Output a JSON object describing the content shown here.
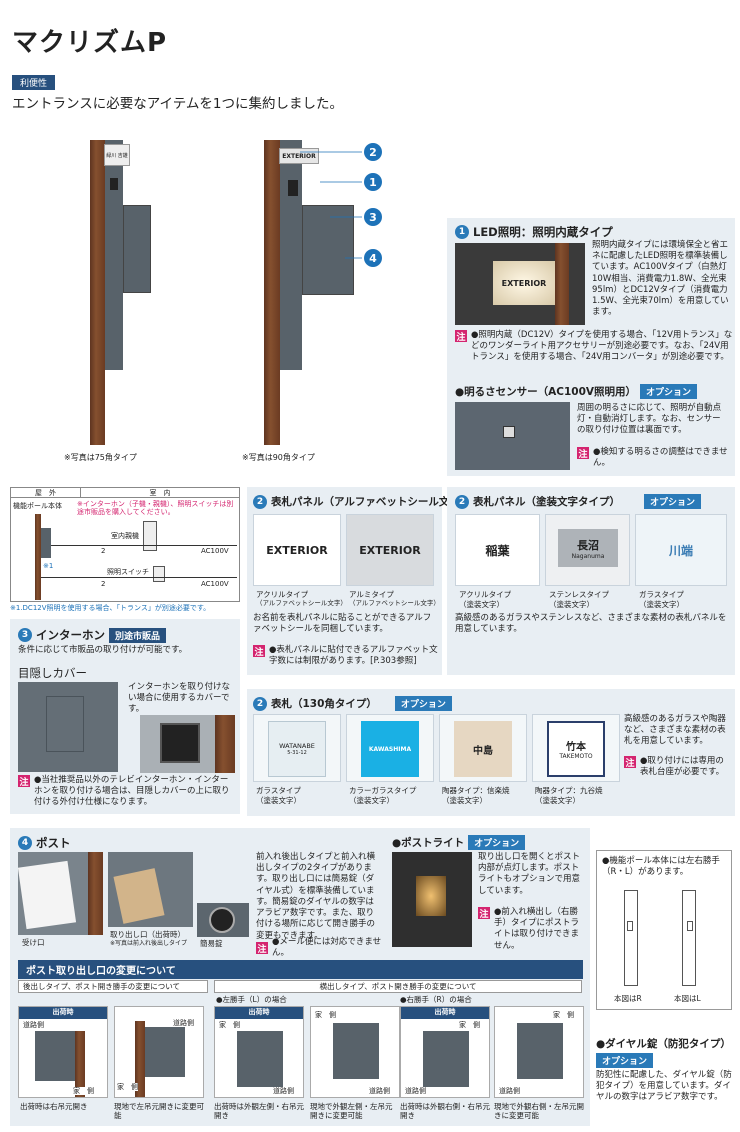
{
  "header": {
    "title": "マクリズムP",
    "tag": "利便性",
    "subtitle": "エントランスに必要なアイテムを1つに集約しました。"
  },
  "hero": {
    "photo1_caption": "※写真は75角タイプ",
    "photo2_caption": "※写真は90角タイプ",
    "sign1": "緑川 吉雄",
    "sign2": "EXTERIOR",
    "callouts": [
      "2",
      "1",
      "3",
      "4"
    ]
  },
  "led": {
    "num": "1",
    "title": "LED照明：照明内蔵タイプ",
    "sign": "EXTERIOR",
    "desc": "照明内蔵タイプには環境保全と省エネに配慮したLED照明を標準装備しています。AC100Vタイプ（白熱灯10W相当、消費電力1.8W、全光束95lm）とDC12Vタイプ（消費電力1.5W、全光束70lm）を用意しています。",
    "note_mark": "注",
    "note": "●照明内蔵（DC12V）タイプを使用する場合、「12V用トランス」などのワンダーライト用アクセサリーが別途必要です。なお、「24V用トランス」を使用する場合、「24V用コンバータ」が別途必要です。",
    "sensor_title": "●明るさセンサー（AC100V照明用）",
    "sensor_opt": "オプション",
    "sensor_desc": "周囲の明るさに応じて、照明が自動点灯・自動消灯します。なお、センサーの取り付け位置は裏面です。",
    "sensor_note": "●検知する明るさの調整はできません。"
  },
  "wiring": {
    "col_out": "屋　外",
    "col_in": "室　内",
    "pole": "機能ポール本体",
    "note_in": "※インターホン（子機・親機）、照明スイッチは別途市販品を購入してください。",
    "master": "室内親機",
    "switch": "照明スイッチ",
    "ac1": "AC100V",
    "ac2": "AC100V",
    "wire1": "2",
    "wire2": "2",
    "mark": "※1",
    "foot": "※1.DC12V照明を使用する場合、「トランス」が別途必要です。"
  },
  "intercom": {
    "num": "3",
    "title": "インターホン",
    "badge": "別途市販品",
    "desc": "条件に応じて市販品の取り付けが可能です。",
    "cover_title": "目隠しカバー",
    "cover_desc": "インターホンを取り付けない場合に使用するカバーです。",
    "note": "●当社推奨品以外のテレビインターホン・インターホンを取り付ける場合は、目隠しカバーの上に取り付ける外付け仕様になります。"
  },
  "alpha": {
    "num": "2",
    "title": "表札パネル（アルファベットシール文字タイプ）",
    "items": [
      {
        "plate": "EXTERIOR",
        "cap1": "アクリルタイプ",
        "cap2": "（アルファベットシール文字）"
      },
      {
        "plate": "EXTERIOR",
        "cap1": "アルミタイプ",
        "cap2": "（アルファベットシール文字）"
      }
    ],
    "desc": "お名前を表札パネルに貼ることができるアルファベットシールを同梱しています。",
    "note": "●表札パネルに貼付できるアルファベット文字数には制限があります。[P.303参照]"
  },
  "painted": {
    "num": "2",
    "title": "表札パネル（塗装文字タイプ）",
    "opt": "オプション",
    "items": [
      {
        "plate": "稲葉",
        "cap1": "アクリルタイプ",
        "cap2": "（塗装文字）"
      },
      {
        "plate": "長沼",
        "sub": "Naganuma",
        "cap1": "ステンレスタイプ",
        "cap2": "（塗装文字）"
      },
      {
        "plate": "川端",
        "cap1": "ガラスタイプ",
        "cap2": "（塗装文字）"
      }
    ],
    "desc": "高級感のあるガラスやステンレスなど、さまざまな素材の表札パネルを用意しています。"
  },
  "nameplate": {
    "num": "2",
    "title": "表札（130角タイプ）",
    "opt": "オプション",
    "items": [
      {
        "plate": "WATANABE",
        "sub": "5-31-12",
        "cap1": "ガラスタイプ",
        "cap2": "（塗装文字）"
      },
      {
        "plate": "KAWASHIMA",
        "cap1": "カラーガラスタイプ",
        "cap2": "（塗装文字）"
      },
      {
        "plate": "中島",
        "cap1": "陶器タイプ：信楽焼",
        "cap2": "（塗装文字）"
      },
      {
        "plate": "竹本",
        "sub": "TAKEMOTO",
        "cap1": "陶器タイプ：九谷焼",
        "cap2": "（塗装文字）"
      }
    ],
    "desc": "高級感のあるガラスや陶器など、さまざまな素材の表札を用意しています。",
    "note": "●取り付けには専用の表札台座が必要です。"
  },
  "post": {
    "num": "4",
    "title": "ポスト",
    "cap1": "受け口",
    "cap2": "取り出し口（出荷時）",
    "cap3": "※写真は前入れ後出しタイプ",
    "cap4": "簡易錠",
    "desc": "前入れ後出しタイプと前入れ横出しタイプの2タイプがあります。取り出し口には簡易錠（ダイヤル式）を標準装備しています。簡易錠のダイヤルの数字はアラビア数字です。また、取り付ける場所に応じて開き勝手の変更もできます。",
    "note": "●メール便には対応できません。"
  },
  "postlight": {
    "title": "●ポストライト",
    "opt": "オプション",
    "desc": "取り出し口を開くとポスト内部が点灯します。ポストライトもオプションで用意しています。",
    "note": "●前入れ横出し（右勝手）タイプにポストライトは取り付けできません。"
  },
  "hand": {
    "desc": "●機能ポール本体には左右勝手（R・L）があります。",
    "capR": "本図はR",
    "capL": "本図はL"
  },
  "change": {
    "title": "ポスト取り出し口の変更について",
    "sub1": "後出しタイプ、ポスト開き勝手の変更について",
    "sub2": "横出しタイプ、ポスト開き勝手の変更について",
    "left": "●左勝手（L）の場合",
    "right": "●右勝手（R）の場合",
    "ship": "出荷時",
    "road": "道路側",
    "house": "家　側",
    "caps": [
      "出荷時は右吊元開き",
      "現地で左吊元開きに変更可能",
      "出荷時は外観左側・右吊元開き",
      "現地で外観左側・左吊元開きに変更可能",
      "出荷時は外観右側・右吊元開き",
      "現地で外観右側・左吊元開きに変更可能"
    ]
  },
  "dial": {
    "title": "●ダイヤル錠（防犯タイプ）",
    "opt": "オプション",
    "desc": "防犯性に配慮した、ダイヤル錠（防犯タイプ）を用意しています。ダイヤルの数字はアラビア数字です。"
  }
}
